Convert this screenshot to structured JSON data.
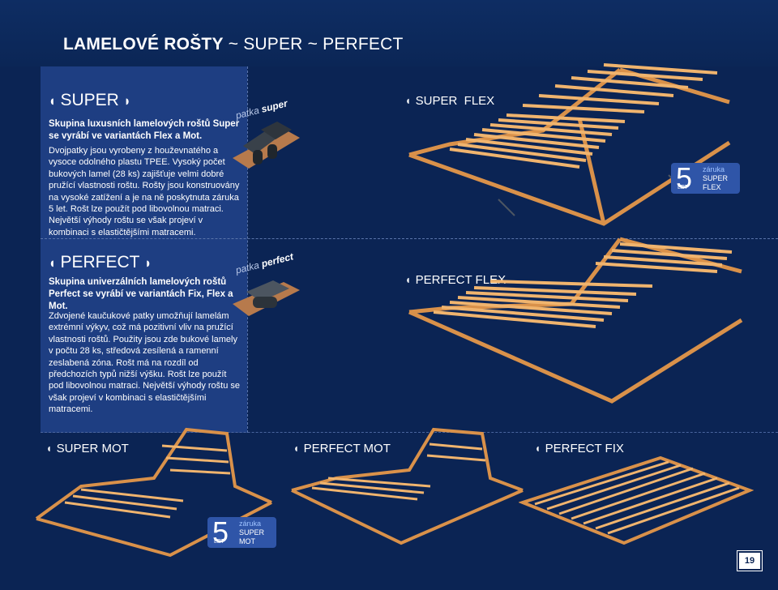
{
  "header": {
    "title_bold": "LAMELOVÉ ROŠTY",
    "title_rest": " ~ SUPER ~ PERFECT"
  },
  "super_section": {
    "heading": "SUPER",
    "lead": "Skupina luxusních lamelových roštů Super se vyrábí ve variantách Flex a Mot.",
    "body": "Dvojpatky jsou vyrobeny z houževnatého a vysoce odolného plastu TPEE. Vysoký počet bukových lamel (28 ks) zajišťuje velmi dobré pružící vlastnosti roštu. Rošty jsou konstruovány na vysoké zatížení a je na ně poskytnuta záruka 5 let. Rošt lze použít pod libovolnou matraci. Největší výhody roštu se však projeví v kombinaci s elastičtějšími matracemi."
  },
  "perfect_section": {
    "heading": "PERFECT",
    "lead": "Skupina univerzálních lamelových roštů Perfect se vyrábí ve variantách Fix, Flex a Mot.",
    "body": "Zdvojené kaučukové patky umožňují lamelám extrémní výkyv, což má pozitivní vliv na pružící vlastnosti roštů. Použity jsou zde bukové lamely v počtu 28 ks, středová zesílená a ramenní zeslabená zóna. Rošt má na rozdíl od předchozích typů nižší výšku. Rošt lze použít pod libovolnou matraci. Největší výhody roštu se však projeví v kombinaci s elastičtějšími matracemi."
  },
  "labels": {
    "patka_super_prefix": "patka ",
    "patka_super_name": "super",
    "patka_perfect_prefix": "patka ",
    "patka_perfect_name": "perfect",
    "super_flex": "SUPER  FLEX",
    "perfect_flex": "PERFECT FLEX",
    "super_mot": "SUPER MOT",
    "perfect_mot": "PERFECT MOT",
    "perfect_fix": "PERFECT FIX"
  },
  "badges": {
    "flex": {
      "num": "5",
      "let": "LET",
      "zaruka": "záruka",
      "line1": "SUPER",
      "line2": "FLEX"
    },
    "mot": {
      "num": "5",
      "let": "LET",
      "zaruka": "záruka",
      "line1": "SUPER",
      "line2": "MOT"
    }
  },
  "page_number": "19",
  "colors": {
    "background": "#0b2454",
    "panel": "#1e3e82",
    "badge": "#2f55a8",
    "wood": "#e8a35a"
  }
}
